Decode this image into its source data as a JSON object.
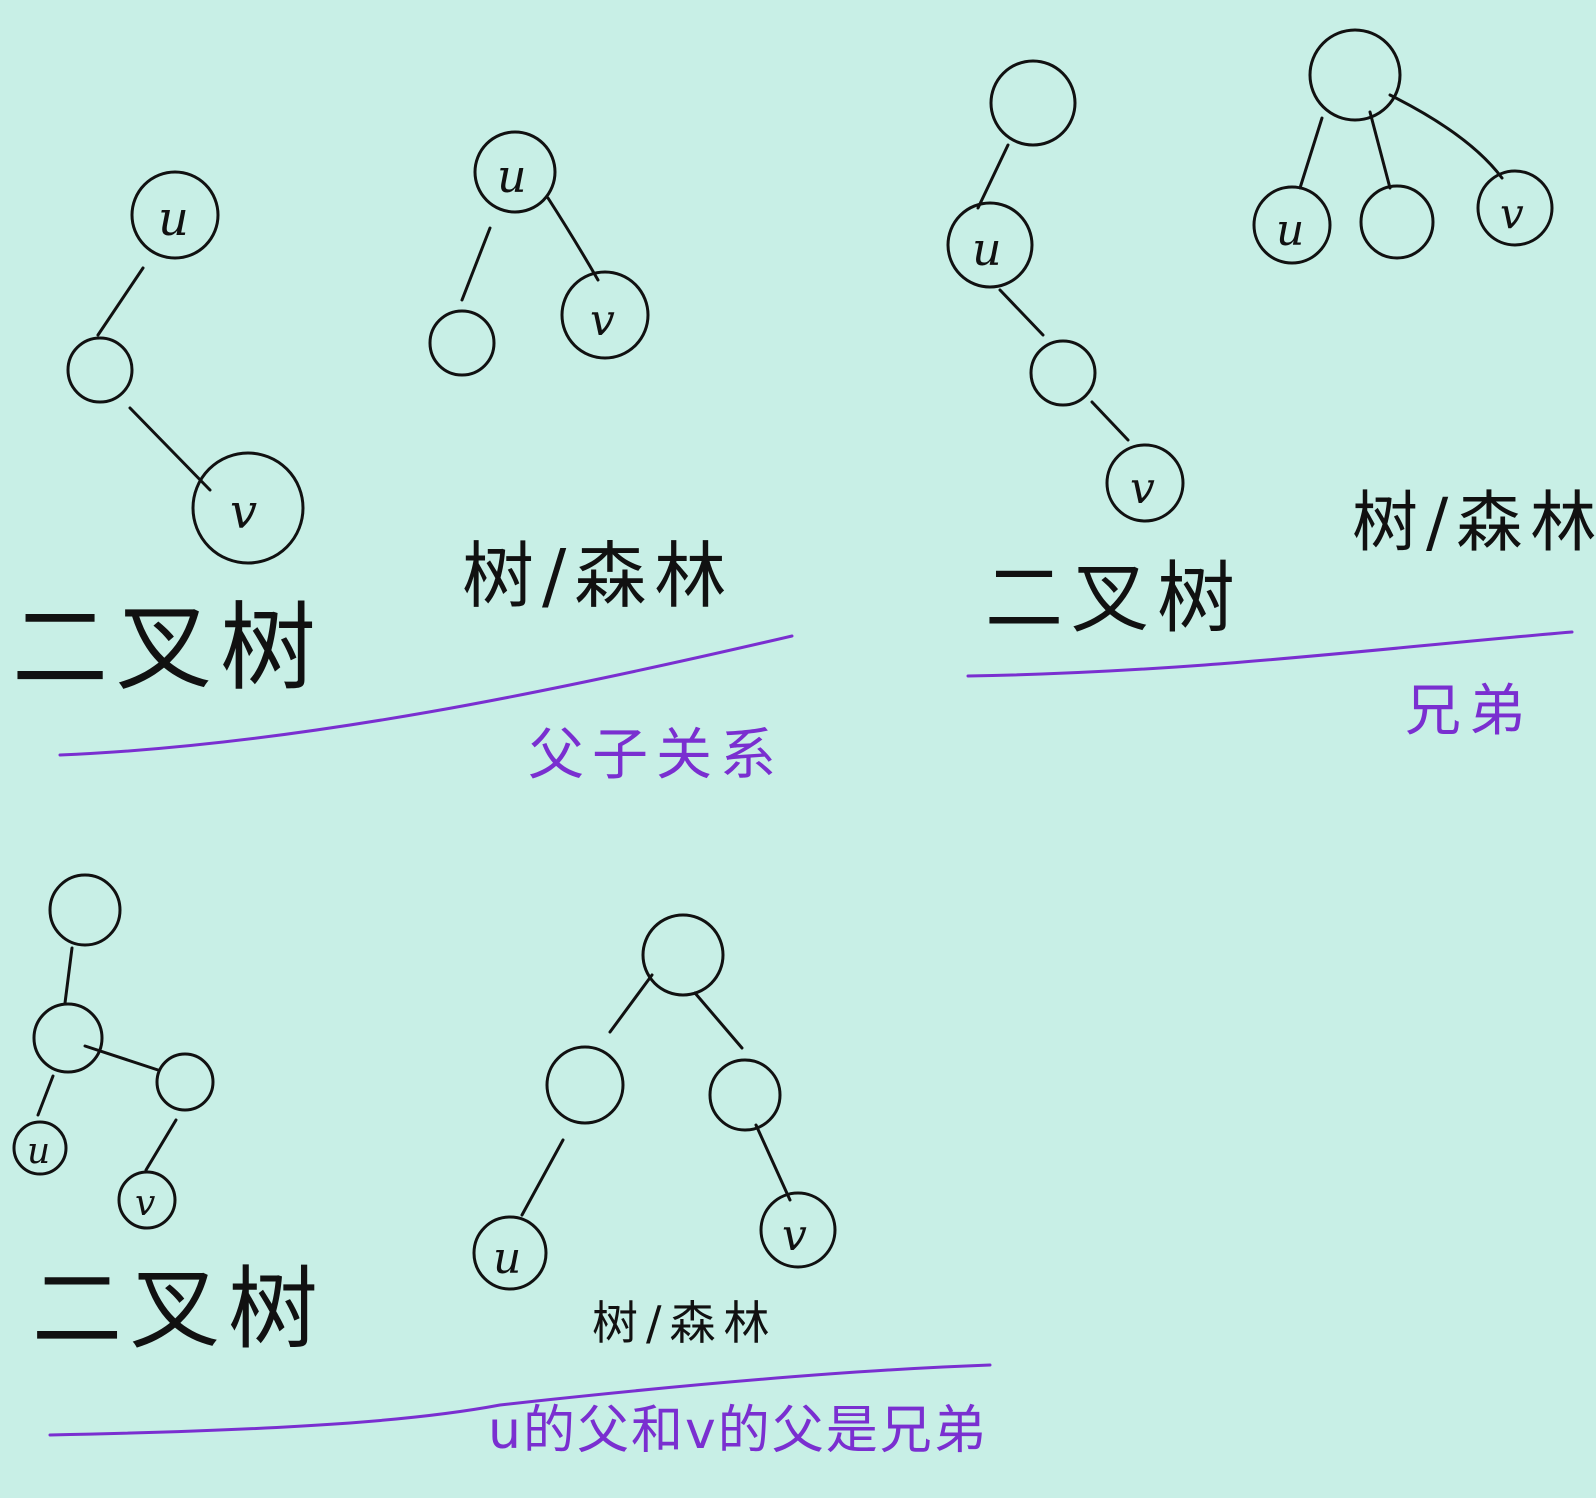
{
  "colors": {
    "background": "#c8efe6",
    "ink": "#111111",
    "annotation": "#7a2fd0"
  },
  "labels": {
    "u": "u",
    "v": "v"
  },
  "section1": {
    "left_caption": "二叉树",
    "right_caption": "树/森林",
    "relation": "父子关系"
  },
  "section2": {
    "left_caption": "二叉树",
    "right_caption": "树/森林",
    "relation": "兄弟"
  },
  "section3": {
    "left_caption": "二叉树",
    "right_caption": "树/森林",
    "relation": "u的父和v的父是兄弟"
  }
}
